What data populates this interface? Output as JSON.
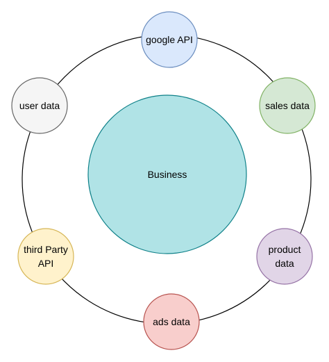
{
  "center": {
    "label": "Business",
    "fill": "#b0e3e6",
    "stroke": "#0e8088"
  },
  "ring": {
    "stroke": "#000000"
  },
  "nodes": [
    {
      "id": "google-api",
      "lines": [
        "google API"
      ],
      "fill": "#dae8fc",
      "stroke": "#6c8ebf"
    },
    {
      "id": "sales-data",
      "lines": [
        "sales data"
      ],
      "fill": "#d5e8d4",
      "stroke": "#82b366"
    },
    {
      "id": "product-data",
      "lines": [
        "product",
        "data"
      ],
      "fill": "#e1d5e7",
      "stroke": "#9673a6"
    },
    {
      "id": "ads-data",
      "lines": [
        "ads data"
      ],
      "fill": "#f8cecc",
      "stroke": "#b85450"
    },
    {
      "id": "third-party-api",
      "lines": [
        "third Party",
        "API"
      ],
      "fill": "#fff2cc",
      "stroke": "#d6b656"
    },
    {
      "id": "user-data",
      "lines": [
        "user data"
      ],
      "fill": "#f5f5f5",
      "stroke": "#666666"
    }
  ]
}
